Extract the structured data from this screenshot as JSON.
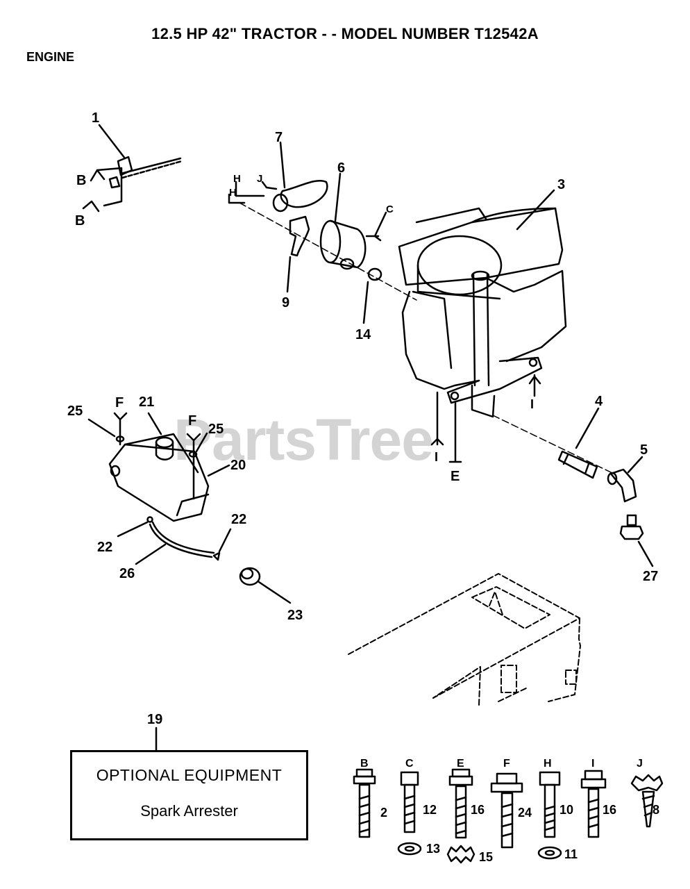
{
  "header": {
    "title": "12.5 HP 42\" TRACTOR - - MODEL NUMBER T12542A",
    "section": "ENGINE"
  },
  "watermark": "PartsTree",
  "optional_equipment": {
    "callout": "19",
    "line1": "OPTIONAL EQUIPMENT",
    "line2": "Spark Arrester"
  },
  "callouts": {
    "c1": "1",
    "c3": "3",
    "c4": "4",
    "c5": "5",
    "c6": "6",
    "c7": "7",
    "c9": "9",
    "c14": "14",
    "c20": "20",
    "c21": "21",
    "c22a": "22",
    "c22b": "22",
    "c23": "23",
    "c25a": "25",
    "c25b": "25",
    "c26": "26",
    "c27": "27"
  },
  "ref_letters": {
    "b1": "B",
    "b2": "B",
    "h1": "H",
    "h2": "H",
    "j": "J",
    "c": "C",
    "f1": "F",
    "f2": "F",
    "i1": "I",
    "i2": "I",
    "e": "E"
  },
  "fastener_legend": [
    {
      "letter": "B",
      "part": "2"
    },
    {
      "letter": "C",
      "part": "12",
      "washer": "13"
    },
    {
      "letter": "E",
      "part": "16",
      "washer": "15"
    },
    {
      "letter": "F",
      "part": "24"
    },
    {
      "letter": "H",
      "part": "10",
      "washer": "11"
    },
    {
      "letter": "I",
      "part": "16"
    },
    {
      "letter": "J",
      "part": "8"
    }
  ]
}
